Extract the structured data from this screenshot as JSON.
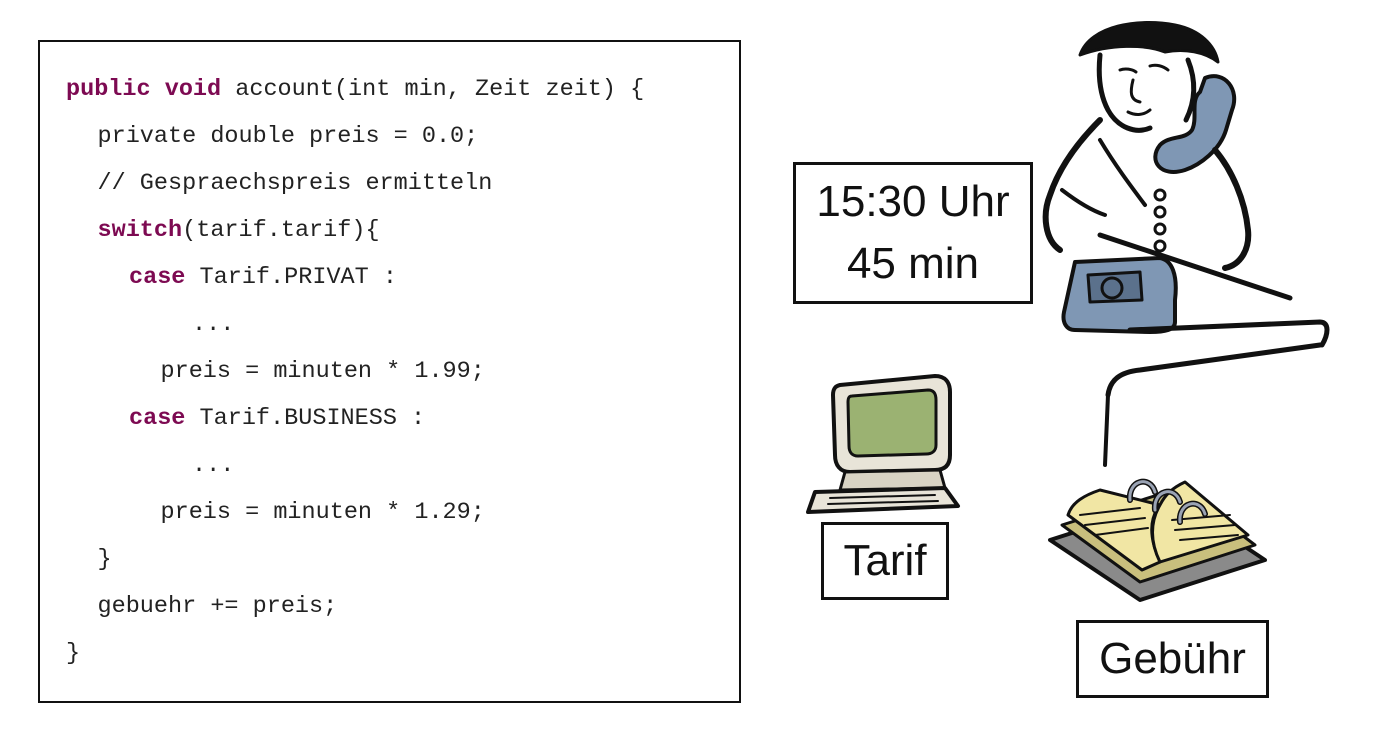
{
  "code": {
    "lines": [
      {
        "indent": 0,
        "keyword": "public void",
        "text": " account(int min, Zeit zeit) {"
      },
      {
        "indent": 1,
        "keyword": "",
        "text": "private double preis = 0.0;"
      },
      {
        "indent": 1,
        "keyword": "",
        "text": "// Gespraechspreis ermitteln"
      },
      {
        "indent": 1,
        "keyword": "switch",
        "text": "(tarif.tarif){"
      },
      {
        "indent": 2,
        "keyword": "case",
        "text": " Tarif.PRIVAT :"
      },
      {
        "indent": 4,
        "keyword": "",
        "text": "..."
      },
      {
        "indent": 3,
        "keyword": "",
        "text": "preis = minuten * 1.99;"
      },
      {
        "indent": 2,
        "keyword": "case",
        "text": " Tarif.BUSINESS :"
      },
      {
        "indent": 4,
        "keyword": "",
        "text": "..."
      },
      {
        "indent": 3,
        "keyword": "",
        "text": "preis = minuten * 1.29;"
      },
      {
        "indent": 1,
        "keyword": "",
        "text": "}"
      },
      {
        "indent": 1,
        "keyword": "",
        "text": "gebuehr += preis;"
      },
      {
        "indent": 0,
        "keyword": "",
        "text": "}"
      }
    ]
  },
  "call_info": {
    "time": "15:30 Uhr",
    "duration": "45 min"
  },
  "tarif_label": "Tarif",
  "gebuehr_label": "Gebühr",
  "colors": {
    "keyword": "#7d0a52",
    "phone": "#7f97b4",
    "screen": "#9bb272",
    "book_pages": "#f1e6a4"
  },
  "icons": [
    "person-on-phone-icon",
    "computer-icon",
    "ledger-book-icon"
  ]
}
